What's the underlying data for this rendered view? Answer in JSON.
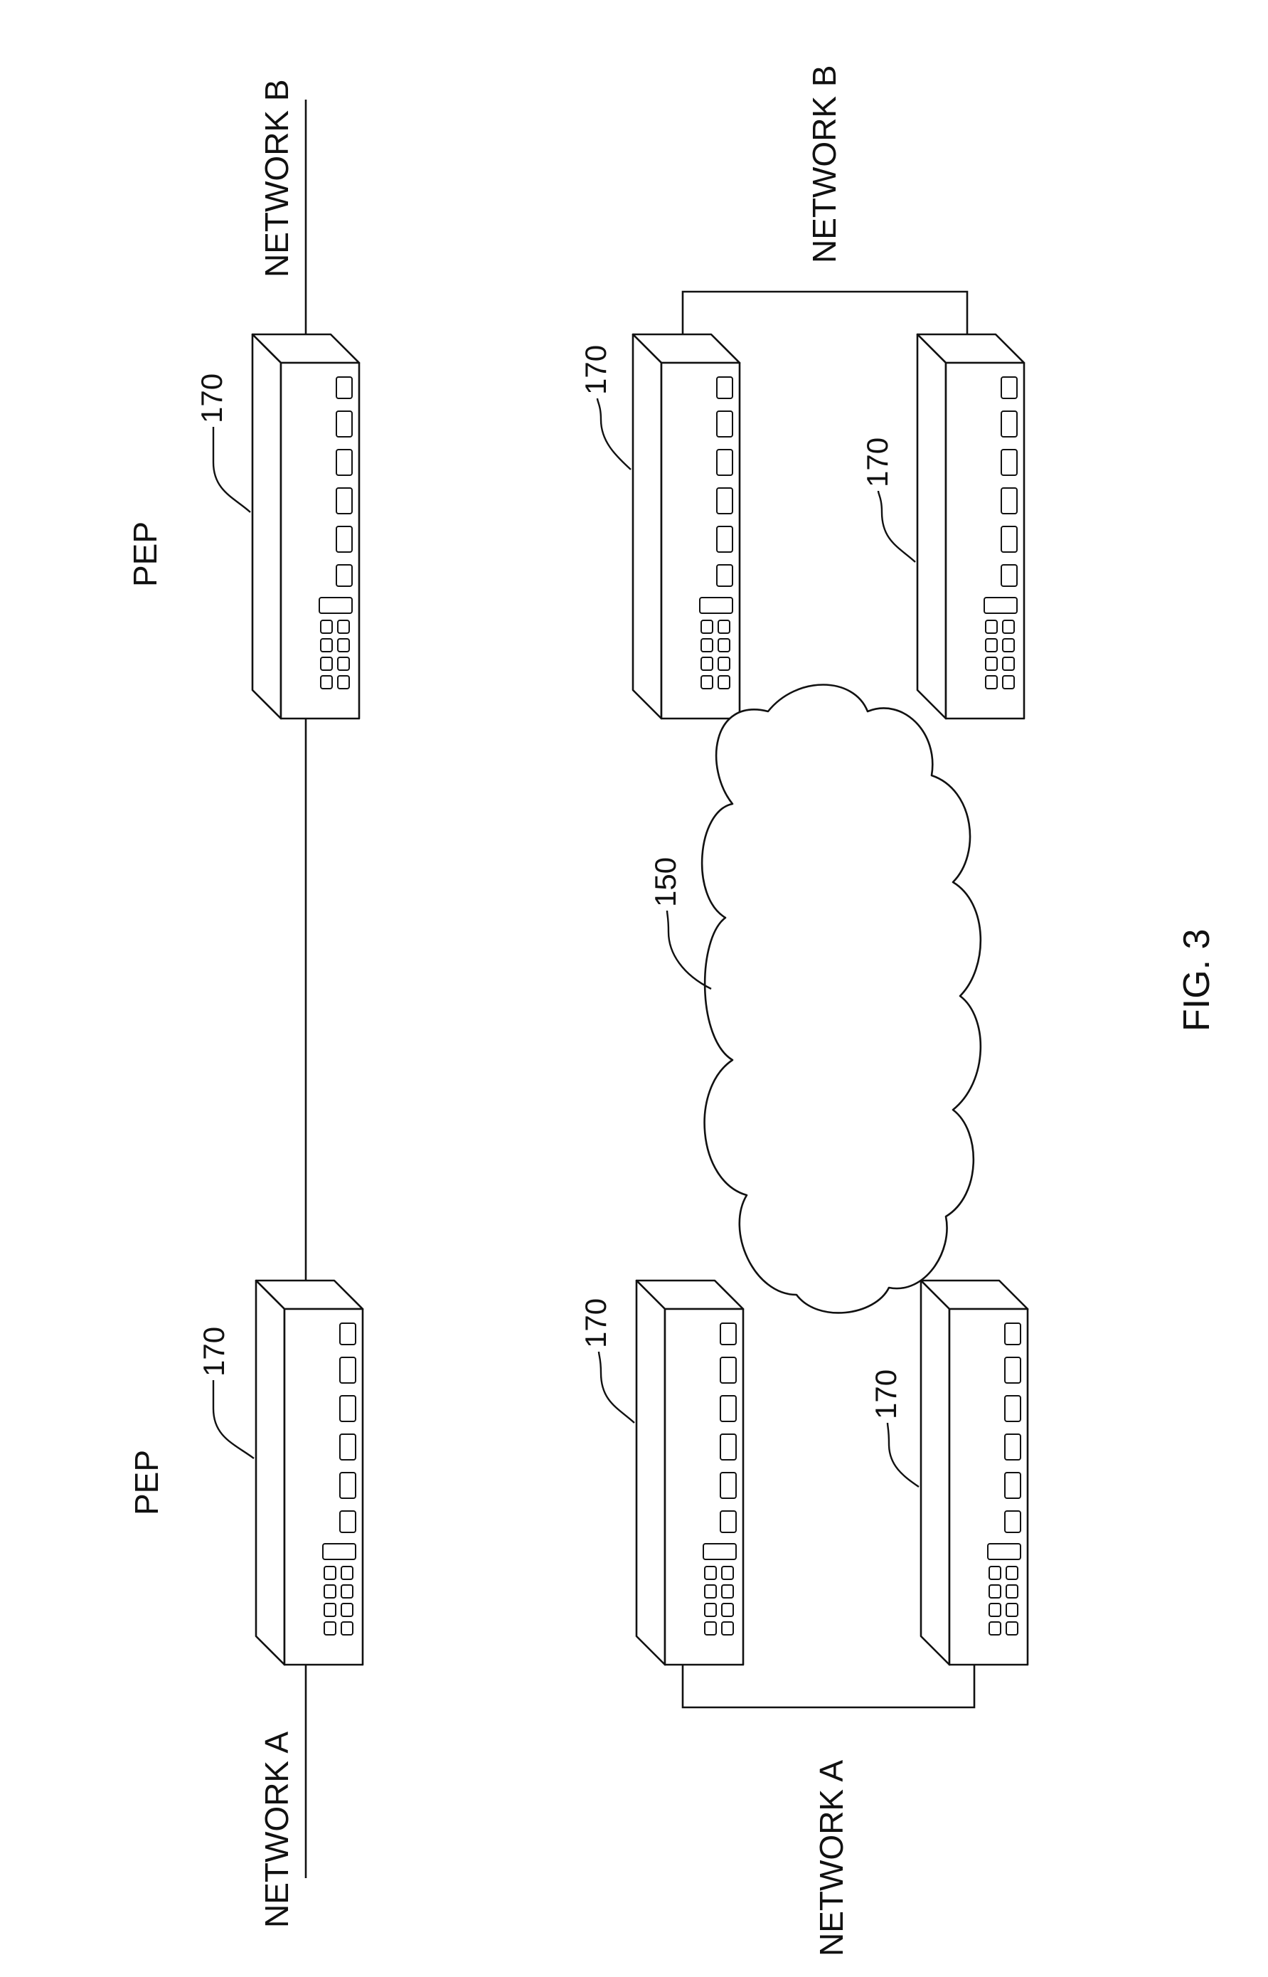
{
  "figure": {
    "label": "FIG. 3"
  },
  "top": {
    "left_device_label": "PEP",
    "right_device_label": "PEP",
    "left_ref": "170",
    "right_ref": "170",
    "network_a": "NETWORK A",
    "network_b": "NETWORK B"
  },
  "bottom": {
    "network_a": "NETWORK A",
    "network_b": "NETWORK B",
    "cloud_ref": "150",
    "device_refs": [
      "170",
      "170",
      "170",
      "170"
    ]
  },
  "colors": {
    "line": "#111111",
    "background": "#ffffff"
  }
}
